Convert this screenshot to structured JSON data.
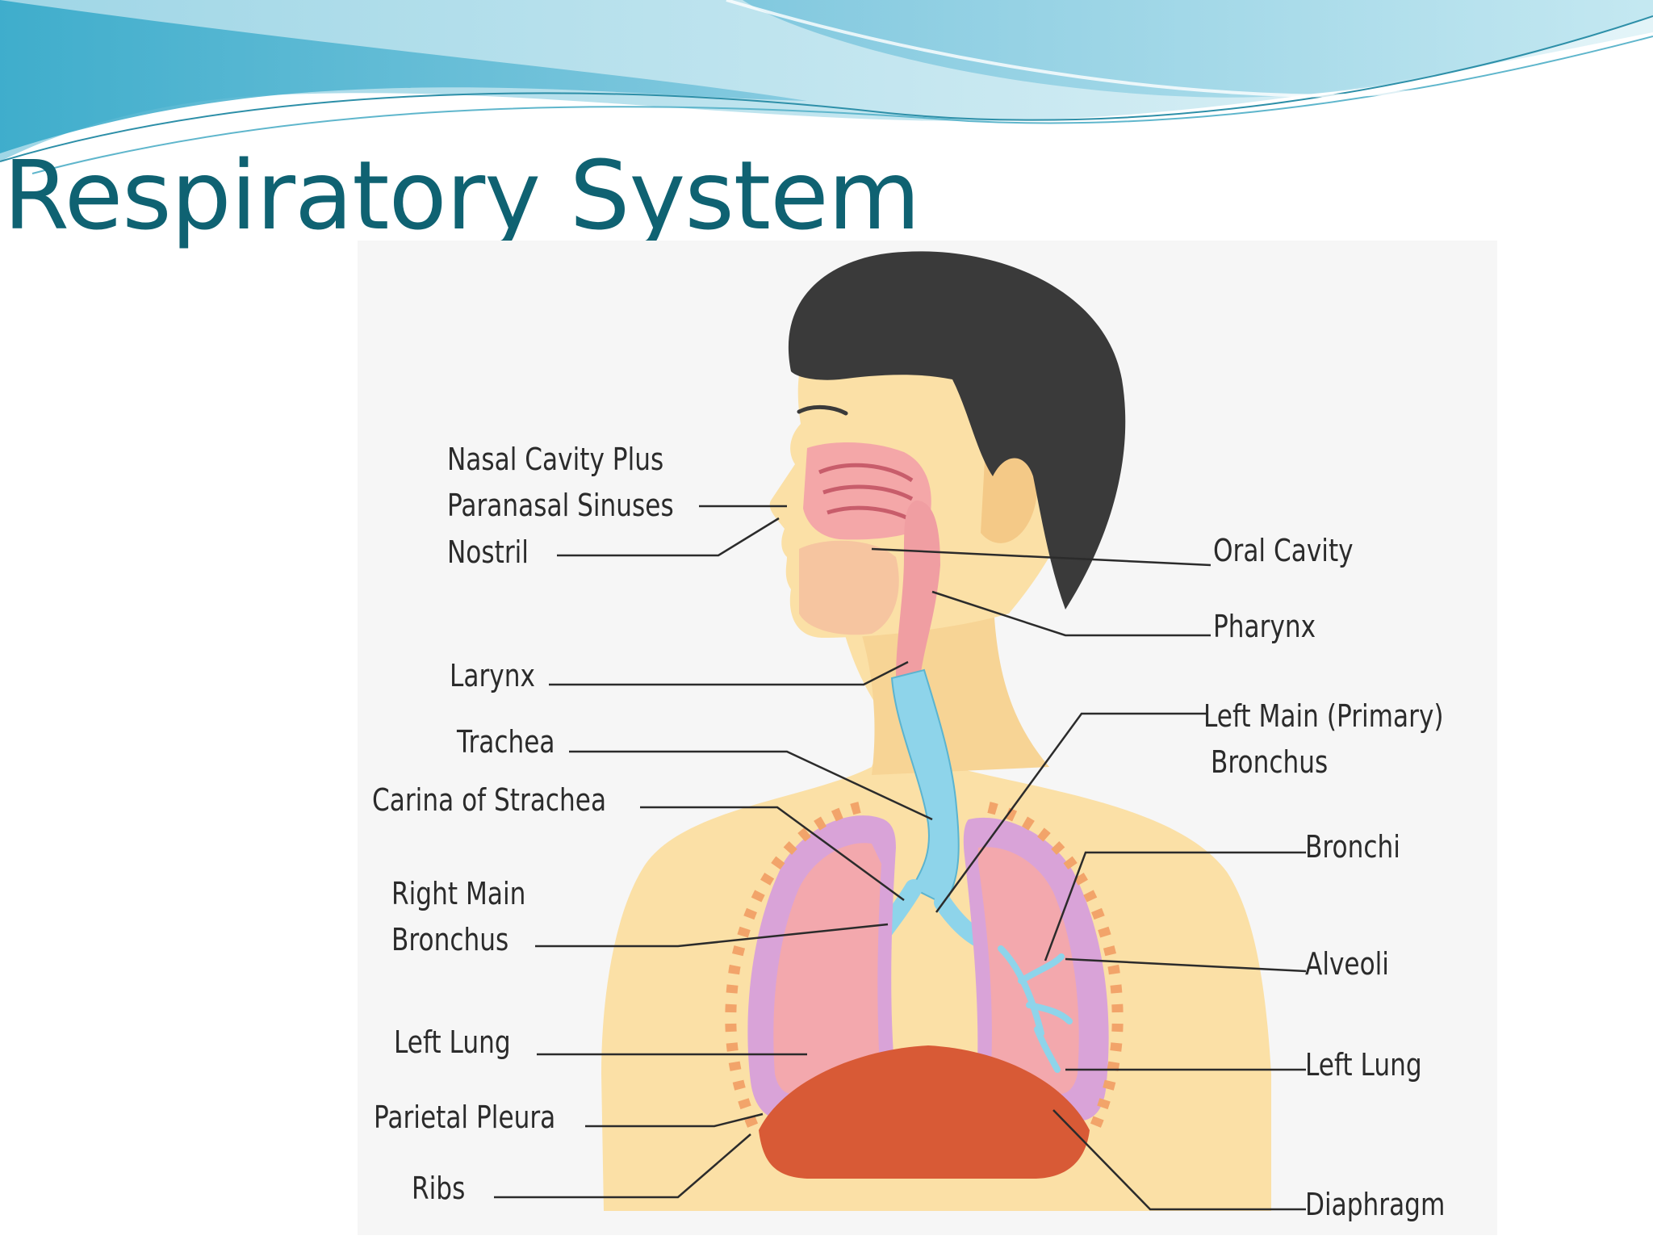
{
  "slide": {
    "title": "Respiratory System"
  },
  "colors": {
    "title": "#0f6272",
    "banner_light": "#b9e3ef",
    "banner_dark": "#2ea6c7",
    "hair": "#3a3a3a",
    "skin": "#fbe0a6",
    "lung_outer": "#d9a3d8",
    "lung_inner": "#f3a8ad",
    "trachea": "#8ed4ea",
    "diaphragm": "#d85a36",
    "leader_line": "#2b2b2b"
  },
  "labels": {
    "nasal_cavity_line1": "Nasal Cavity Plus",
    "nasal_cavity_line2": "Paranasal Sinuses",
    "nostril": "Nostril",
    "larynx": "Larynx",
    "trachea": "Trachea",
    "carina": "Carina  of Strachea",
    "right_main_line1": "Right Main",
    "right_main_line2": "Bronchus",
    "left_lung_left": "Left Lung",
    "parietal_pleura": "Parietal Pleura",
    "ribs": "Ribs",
    "oral_cavity": "Oral Cavity",
    "pharynx": "Pharynx",
    "left_main_line1": "Left Main (Primary)",
    "left_main_line2": "Bronchus",
    "bronchi": "Bronchi",
    "alveoli": "Alveoli",
    "left_lung_right": "Left Lung",
    "diaphragm": "Diaphragm"
  }
}
